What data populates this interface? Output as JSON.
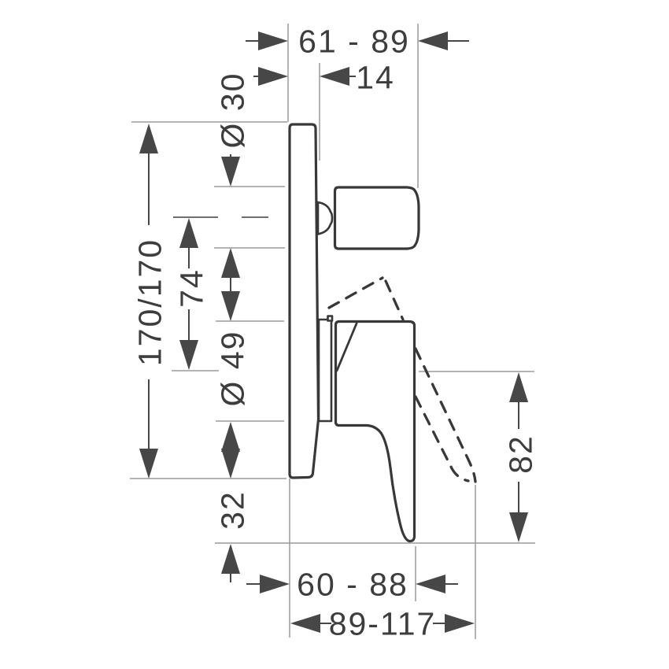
{
  "diagram": {
    "labels": {
      "width_top": "61 - 89",
      "plate_thickness": "14",
      "handle_diameter": "Ø 30",
      "height": "170/170",
      "center_to_spout": "74",
      "sleeve_diameter": "Ø 49",
      "plate_to_lever_tip": "32",
      "lever_drop": "82",
      "depth_front_min": "60 - 88",
      "depth_front_max": "89-117"
    },
    "colors": {
      "outline": "#383838",
      "dimension": "#474747",
      "extension": "#9a9a9a",
      "background": "#ffffff"
    }
  }
}
